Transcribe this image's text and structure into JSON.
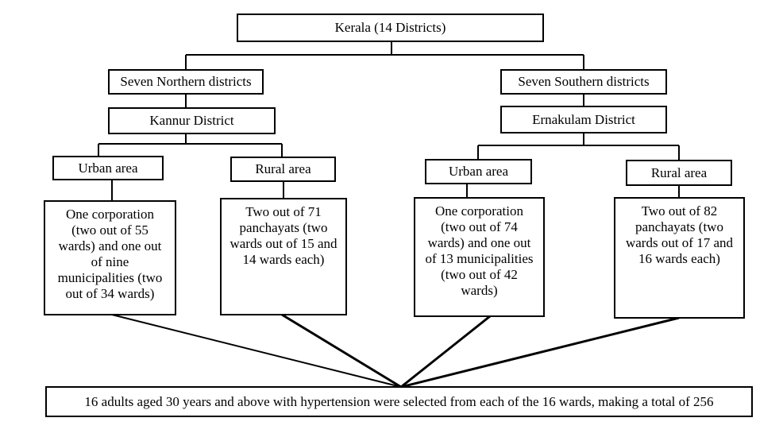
{
  "root": "Kerala (14 Districts)",
  "north": {
    "region": "Seven Northern districts",
    "district": "Kannur District",
    "urban": {
      "label": "Urban area",
      "detail": "One corporation\n(two out of 55\nwards) and one out\nof nine\nmunicipalities (two\nout of 34 wards)"
    },
    "rural": {
      "label": "Rural area",
      "detail": "Two out of 71\npanchayats (two\nwards out of 15 and\n14 wards each)"
    }
  },
  "south": {
    "region": "Seven Southern districts",
    "district": "Ernakulam District",
    "urban": {
      "label": "Urban area",
      "detail": "One corporation\n(two out of 74\nwards) and one out\nof 13 municipalities\n(two out of 42\nwards)"
    },
    "rural": {
      "label": "Rural area",
      "detail": "Two out of 82\npanchayats (two\nwards out of 17 and\n16 wards each)"
    }
  },
  "footer": "16 adults aged 30 years and above with hypertension were selected from each of the 16 wards, making a total of 256"
}
